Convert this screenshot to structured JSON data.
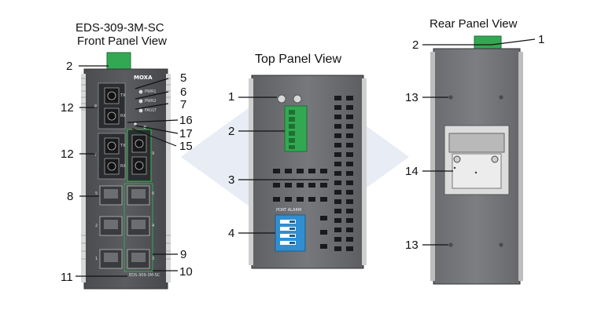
{
  "front_panel": {
    "title_line1": "EDS-309-3M-SC",
    "title_line2": "Front Panel View",
    "brand": "MOXA",
    "model_label": "EDS-309-3M-SC",
    "led_pwr1": "PWR1",
    "led_pwr2": "PWR2",
    "led_fault": "FAULT",
    "port_tx": "TX",
    "port_rx": "RX",
    "port_1": "1",
    "port_2": "2",
    "port_3": "3",
    "port_4": "4",
    "port_5": "5",
    "port_6": "6",
    "port_7": "7",
    "port_8": "8",
    "port_9": "9",
    "callouts": [
      "2",
      "5",
      "6",
      "7",
      "16",
      "17",
      "15",
      "12",
      "12",
      "8",
      "9",
      "10",
      "11"
    ]
  },
  "top_panel": {
    "title": "Top Panel View",
    "dip_label": "PORT ALARM",
    "callouts": [
      "1",
      "2",
      "3",
      "4"
    ]
  },
  "rear_panel": {
    "title": "Rear Panel View",
    "callouts": [
      "2",
      "1",
      "13",
      "14",
      "13"
    ]
  },
  "colors": {
    "panel_gray": "#6d6f72",
    "terminal_green": "#33a853",
    "dip_blue": "#2f8fd0"
  }
}
